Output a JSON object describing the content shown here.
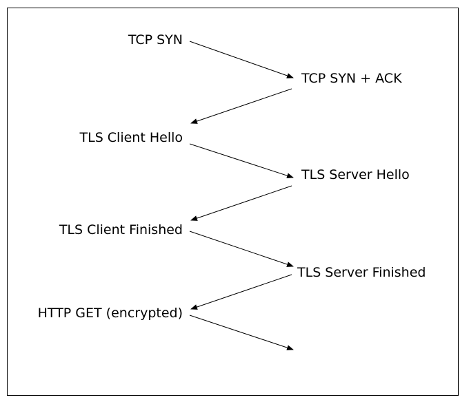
{
  "diagram": {
    "colors": {
      "background": "#ffffff",
      "stroke": "#000000",
      "text": "#000000"
    },
    "client_messages": [
      "TCP SYN",
      "TLS Client Hello",
      "TLS Client Finished",
      "HTTP GET (encrypted)"
    ],
    "server_messages": [
      "TCP SYN + ACK",
      "TLS Server Hello",
      "TLS Server Finished"
    ]
  }
}
